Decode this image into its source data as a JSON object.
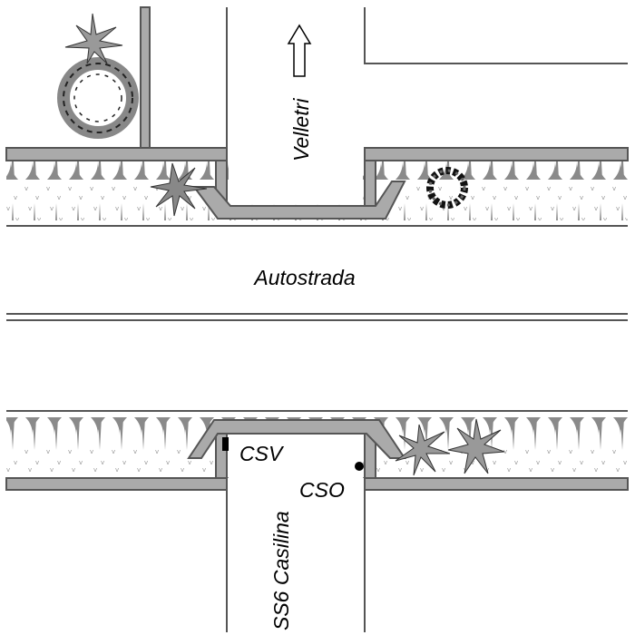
{
  "labels": {
    "north_road": "Velletri",
    "highway": "Autostrada",
    "south_road": "SS6 Casilina",
    "marker_v": "CSV",
    "marker_o": "CSO"
  },
  "colors": {
    "sidewalk": "#aaaaaa",
    "outline": "#555555",
    "grass_spike": "#8a8a8a"
  }
}
